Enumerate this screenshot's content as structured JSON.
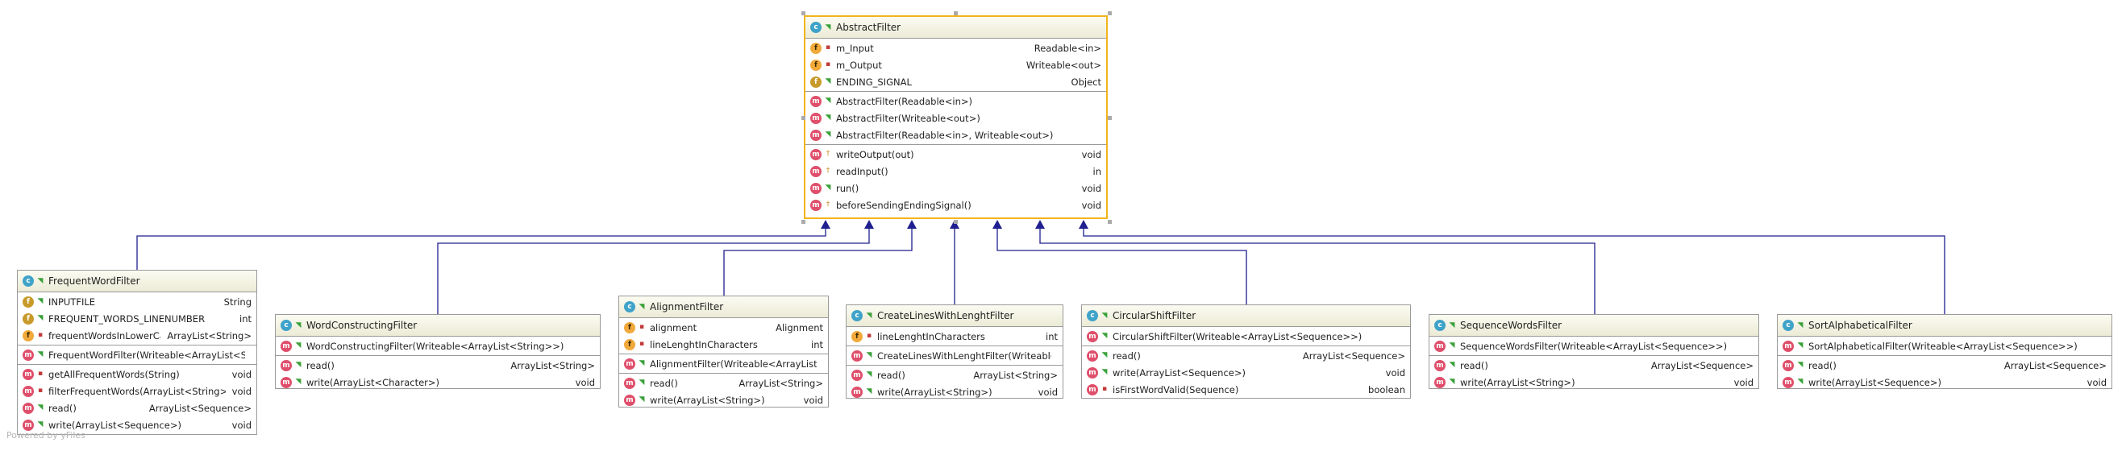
{
  "footer": "Powered by yFiles",
  "classes": {
    "abstract_filter": {
      "name": "AbstractFilter",
      "fields": [
        {
          "icon": "f",
          "vis": "priv",
          "name": "m_Input",
          "type": "Readable<in>"
        },
        {
          "icon": "f",
          "vis": "priv",
          "name": "m_Output",
          "type": "Writeable<out>"
        },
        {
          "icon": "p",
          "vis": "pub",
          "name": "ENDING_SIGNAL",
          "type": "Object"
        }
      ],
      "constructors": [
        {
          "icon": "m",
          "vis": "pub",
          "name": "AbstractFilter(Readable<in>)",
          "type": ""
        },
        {
          "icon": "m",
          "vis": "pub",
          "name": "AbstractFilter(Writeable<out>)",
          "type": ""
        },
        {
          "icon": "m",
          "vis": "pub",
          "name": "AbstractFilter(Readable<in>, Writeable<out>)",
          "type": ""
        }
      ],
      "methods": [
        {
          "icon": "m",
          "vis": "prot",
          "name": "writeOutput(out)",
          "type": "void"
        },
        {
          "icon": "m",
          "vis": "prot",
          "name": "readInput()",
          "type": "in"
        },
        {
          "icon": "m",
          "vis": "pub",
          "name": "run()",
          "type": "void"
        },
        {
          "icon": "m",
          "vis": "prot",
          "name": "beforeSendingEndingSignal()",
          "type": "void"
        }
      ]
    },
    "frequent_word_filter": {
      "name": "FrequentWordFilter",
      "fields": [
        {
          "icon": "p",
          "vis": "pub",
          "name": "INPUTFILE",
          "type": "String"
        },
        {
          "icon": "p",
          "vis": "pub",
          "name": "FREQUENT_WORDS_LINENUMBER",
          "type": "int"
        },
        {
          "icon": "f",
          "vis": "priv",
          "name": "frequentWordsInLowerCase",
          "type": "ArrayList<String>"
        }
      ],
      "constructors": [
        {
          "icon": "m",
          "vis": "pub",
          "name": "FrequentWordFilter(Writeable<ArrayList<Sequence>>)",
          "type": ""
        }
      ],
      "methods": [
        {
          "icon": "m",
          "vis": "priv",
          "name": "getAllFrequentWords(String)",
          "type": "void"
        },
        {
          "icon": "m",
          "vis": "priv",
          "name": "filterFrequentWords(ArrayList<String>)",
          "type": "void"
        },
        {
          "icon": "m",
          "vis": "pub",
          "name": "read()",
          "type": "ArrayList<Sequence>"
        },
        {
          "icon": "m",
          "vis": "pub",
          "name": "write(ArrayList<Sequence>)",
          "type": "void"
        }
      ]
    },
    "word_constructing_filter": {
      "name": "WordConstructingFilter",
      "constructors": [
        {
          "icon": "m",
          "vis": "pub",
          "name": "WordConstructingFilter(Writeable<ArrayList<String>>)",
          "type": ""
        }
      ],
      "methods": [
        {
          "icon": "m",
          "vis": "pub",
          "name": "read()",
          "type": "ArrayList<String>"
        },
        {
          "icon": "m",
          "vis": "pub",
          "name": "write(ArrayList<Character>)",
          "type": "void"
        }
      ]
    },
    "alignment_filter": {
      "name": "AlignmentFilter",
      "fields": [
        {
          "icon": "f",
          "vis": "priv",
          "name": "alignment",
          "type": "Alignment"
        },
        {
          "icon": "f",
          "vis": "priv",
          "name": "lineLenghtInCharacters",
          "type": "int"
        }
      ],
      "constructors": [
        {
          "icon": "m",
          "vis": "pub",
          "name": "AlignmentFilter(Writeable<ArrayList<String>, Alignment, int)",
          "type": ""
        }
      ],
      "methods": [
        {
          "icon": "m",
          "vis": "pub",
          "name": "read()",
          "type": "ArrayList<String>"
        },
        {
          "icon": "m",
          "vis": "pub",
          "name": "write(ArrayList<String>)",
          "type": "void"
        }
      ]
    },
    "create_lines_filter": {
      "name": "CreateLinesWithLenghtFilter",
      "fields": [
        {
          "icon": "f",
          "vis": "priv",
          "name": "lineLenghtInCharacters",
          "type": "int"
        }
      ],
      "constructors": [
        {
          "icon": "m",
          "vis": "pub",
          "name": "CreateLinesWithLenghtFilter(Writeable<ArrayList<String>>, int)",
          "type": ""
        }
      ],
      "methods": [
        {
          "icon": "m",
          "vis": "pub",
          "name": "read()",
          "type": "ArrayList<String>"
        },
        {
          "icon": "m",
          "vis": "pub",
          "name": "write(ArrayList<String>)",
          "type": "void"
        }
      ]
    },
    "circular_shift_filter": {
      "name": "CircularShiftFilter",
      "constructors": [
        {
          "icon": "m",
          "vis": "pub",
          "name": "CircularShiftFilter(Writeable<ArrayList<Sequence>>)",
          "type": ""
        }
      ],
      "methods": [
        {
          "icon": "m",
          "vis": "pub",
          "name": "read()",
          "type": "ArrayList<Sequence>"
        },
        {
          "icon": "m",
          "vis": "pub",
          "name": "write(ArrayList<Sequence>)",
          "type": "void"
        },
        {
          "icon": "m",
          "vis": "priv",
          "name": "isFirstWordValid(Sequence)",
          "type": "boolean"
        }
      ]
    },
    "sequence_words_filter": {
      "name": "SequenceWordsFilter",
      "constructors": [
        {
          "icon": "m",
          "vis": "pub",
          "name": "SequenceWordsFilter(Writeable<ArrayList<Sequence>>)",
          "type": ""
        }
      ],
      "methods": [
        {
          "icon": "m",
          "vis": "pub",
          "name": "read()",
          "type": "ArrayList<Sequence>"
        },
        {
          "icon": "m",
          "vis": "pub",
          "name": "write(ArrayList<String>)",
          "type": "void"
        }
      ]
    },
    "sort_alphabetical_filter": {
      "name": "SortAlphabeticalFilter",
      "constructors": [
        {
          "icon": "m",
          "vis": "pub",
          "name": "SortAlphabeticalFilter(Writeable<ArrayList<Sequence>>)",
          "type": ""
        }
      ],
      "methods": [
        {
          "icon": "m",
          "vis": "pub",
          "name": "read()",
          "type": "ArrayList<Sequence>"
        },
        {
          "icon": "m",
          "vis": "pub",
          "name": "write(ArrayList<Sequence>)",
          "type": "void"
        }
      ]
    }
  },
  "colors": {
    "edge": "#1f1f8f",
    "selection": "#f3b41c"
  }
}
